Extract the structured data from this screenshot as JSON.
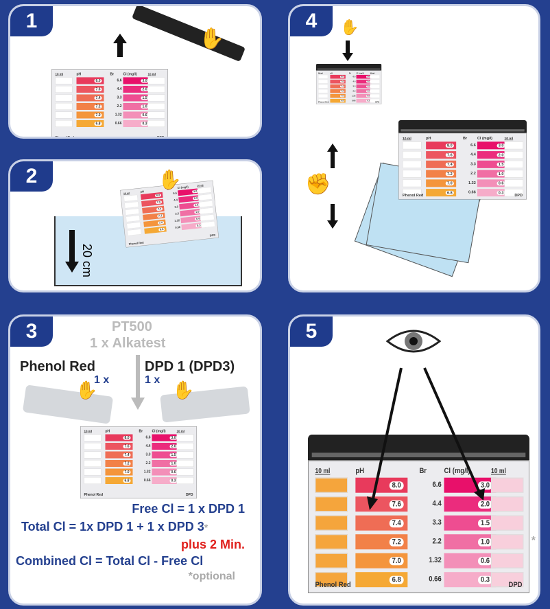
{
  "steps": [
    "1",
    "2",
    "3",
    "4",
    "5"
  ],
  "comparator": {
    "left_label": "10 ml",
    "right_label": "10 ml",
    "ph_header": "pH",
    "br_header": "Br",
    "cl_header": "Cl (mg/l)",
    "left_foot": "Phenol Red",
    "right_foot": "DPD",
    "ph_values": [
      "8.0",
      "7.6",
      "7.4",
      "7.2",
      "7.0",
      "6.8"
    ],
    "br_values": [
      "6.6",
      "4.4",
      "3.3",
      "2.2",
      "1.32",
      "0.66"
    ],
    "cl_values": [
      "3.0",
      "2.0",
      "1.5",
      "1.0",
      "0.6",
      "0.3"
    ],
    "ph_colors": [
      "#e83a5c",
      "#ec5560",
      "#ef6d55",
      "#f28148",
      "#f4953c",
      "#f5a835"
    ],
    "cl_colors": [
      "#e8106a",
      "#eb2c7d",
      "#ee4d91",
      "#f06fa4",
      "#f38fb8",
      "#f6acc9"
    ]
  },
  "step2": {
    "depth": "20 cm"
  },
  "step3": {
    "reagent_gray": "PT500",
    "reagent_gray2": "1 x Alkatest",
    "left_reagent": "Phenol Red",
    "left_qty": "1 x",
    "right_reagent": "DPD 1 (DPD3)",
    "right_qty": "1 x",
    "line1": "Free Cl = 1 x DPD 1",
    "line2": "Total Cl = 1x DPD 1 + 1 x DPD 3",
    "line2_mark": "*",
    "line3": "plus 2 Min.",
    "line4": "Combined Cl = Total Cl - Free Cl",
    "note": "*optional"
  },
  "step5": {
    "mark": "*"
  }
}
